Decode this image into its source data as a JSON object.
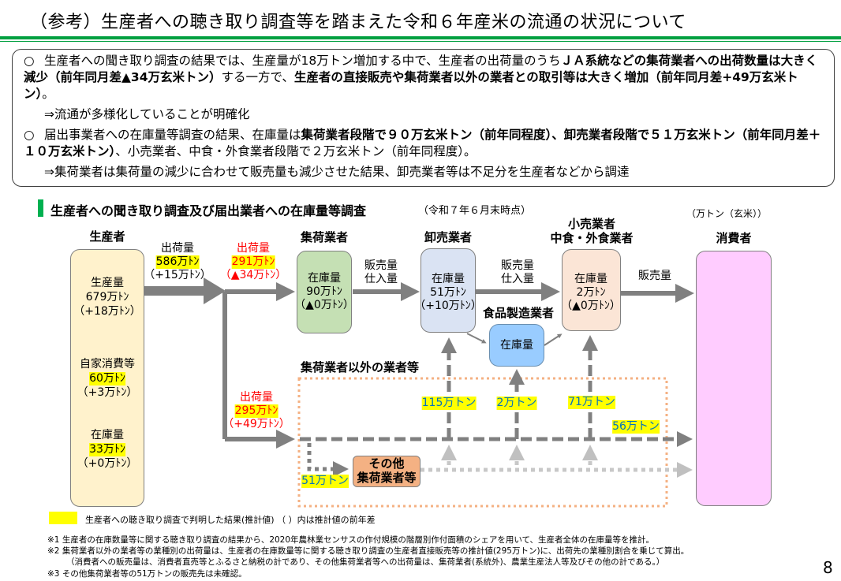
{
  "title": "（参考）生産者への聴き取り調査等を踏まえた令和６年産米の流通の状況について",
  "summary": {
    "p1": {
      "mark": "○",
      "s1": "生産者への聞き取り調査の結果では、生産量が18万トン増加する中で、生産者の出荷量のうち",
      "s2": "ＪＡ系統などの集荷業者への出荷数量は大きく減少（前年同月差▲34万玄米トン）",
      "s3": "する一方で、",
      "s4": "生産者の直接販売や集荷業者以外の業者との取引等は大きく増加（前年同月差+49万玄米トン）",
      "s5": "。"
    },
    "p2": "⇒流通が多様化していることが明確化",
    "p3": {
      "mark": "○",
      "s1": "届出事業者への在庫量等調査の結果、在庫量は",
      "s2": "集荷業者段階で９０万玄米トン（前年同程度）、卸売業者段階で５１万玄米トン（前年同月差＋１０万玄米トン）",
      "s3": "、小売業者、中食・外食業者段階で２万玄米トン（前年同程度）。"
    },
    "p4": "⇒集荷業者は集荷量の減少に合わせて販売量も減少させた結果、卸売業者等は不足分を生産者などから調達"
  },
  "section": {
    "heading": "生産者への聞き取り調査及び届出業者への在庫量等調査",
    "date": "（令和７年６月末時点）",
    "unit": "（万トン（玄米））"
  },
  "diagram": {
    "producer": {
      "label": "生産者",
      "production_label": "生産量",
      "production": "679万ﾄﾝ",
      "production_diff": "（+18万ﾄﾝ）",
      "self_label": "自家消費等",
      "self": "60万ﾄﾝ",
      "self_diff": "（+3万ﾄﾝ）",
      "stock_label": "在庫量",
      "stock": "33万ﾄﾝ",
      "stock_diff": "（+0万ﾄﾝ）"
    },
    "ship_total": {
      "label": "出荷量",
      "value": "586万ﾄﾝ",
      "diff": "（+15万ﾄﾝ）"
    },
    "ship_collectors": {
      "label": "出荷量",
      "value": "291万ﾄﾝ",
      "diff": "（▲34万ﾄﾝ）"
    },
    "ship_others": {
      "label": "出荷量",
      "value": "295万ﾄﾝ",
      "diff": "（+49万ﾄﾝ）"
    },
    "collectors": {
      "label": "集荷業者",
      "stock_label": "在庫量",
      "stock": "90万ﾄﾝ",
      "diff": "（▲0万ﾄﾝ）"
    },
    "flow1": {
      "l1": "販売量",
      "l2": "仕入量"
    },
    "wholesalers": {
      "label": "卸売業者",
      "stock_label": "在庫量",
      "stock": "51万ﾄﾝ",
      "diff": "（+10万ﾄﾝ）"
    },
    "flow2": {
      "l1": "販売量",
      "l2": "仕入量"
    },
    "retailers": {
      "label1": "小売業者",
      "label2": "中食・外食業者",
      "stock_label": "在庫量",
      "stock": "2万ﾄﾝ",
      "diff": "（▲0万ﾄﾝ）"
    },
    "flow3": "販売量",
    "consumers": {
      "label": "消費者"
    },
    "food_mfr": {
      "label": "食品製造業者",
      "stock_label": "在庫量"
    },
    "non_collectors": {
      "label": "集荷業者以外の業者等"
    },
    "to_wholesalers": "115万トン",
    "to_food_mfr": "2万トン",
    "to_retailers": "71万トン",
    "to_consumers": "56万トン",
    "to_other_collectors": "51万トン",
    "other_collectors": {
      "l1": "その他",
      "l2": "集荷業者等"
    }
  },
  "legend": "生産者への聴き取り調査で判明した結果(推計値) （ ）内は推計値の前年差",
  "footnotes": [
    "※1  生産者の在庫数量等に関する聴き取り調査の結果から、2020年農林業センサスの作付規模の階層別作付面積のシェアを用いて、生産者全体の在庫量等を推計。",
    "※2  集荷業者以外の業者等の業種別の出荷量は、生産者の在庫数量等に関する聴き取り調査の生産者直接販売等の推計値(295万トン)に、出荷先の業種別割合を乗じて算出。",
    "（消費者への販売量は、消費者直売等とふるさと納税の計であり、その他集荷業者等への出荷量は、集荷業者(系統外)、農業生産法人等及びその他の計である。）",
    "※3  その他集荷業者等の51万トンの販売先は未確認。"
  ],
  "page_number": "8"
}
